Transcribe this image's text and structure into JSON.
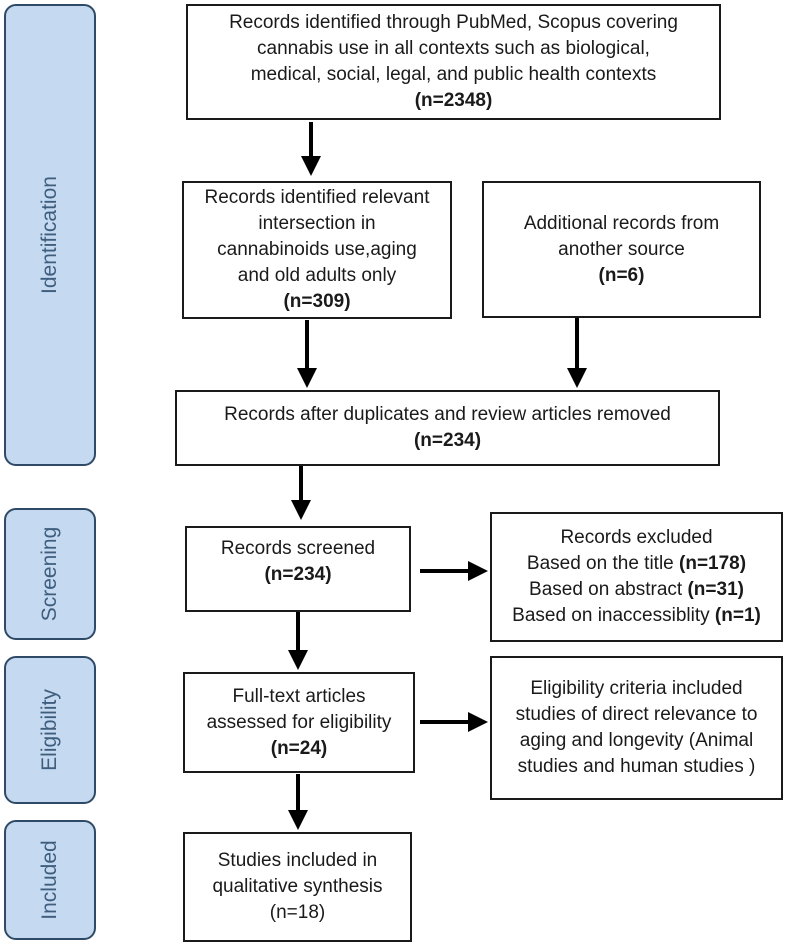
{
  "stages": {
    "identification": "Identification",
    "screening": "Screening",
    "eligibility": "Eligibility",
    "included": "Included"
  },
  "boxes": {
    "pubmed": {
      "lines": [
        "Records identified through PubMed, Scopus covering",
        "cannabis use in all contexts such as biological,",
        "medical, social, legal, and public health contexts"
      ],
      "count": "(n=2348)"
    },
    "relevant": {
      "lines": [
        "Records identified relevant",
        "intersection in",
        "cannabinoids use,aging",
        "and old adults only"
      ],
      "count": "(n=309)"
    },
    "additional": {
      "lines": [
        "Additional records from",
        "another source"
      ],
      "count": "(n=6)"
    },
    "duplicates": {
      "lines": [
        "Records after duplicates and review articles removed"
      ],
      "count": "(n=234)"
    },
    "screened": {
      "lines": [
        "Records screened"
      ],
      "count": "(n=234)"
    },
    "excluded": {
      "title": "Records excluded",
      "reasons": [
        {
          "text": "Based on the title ",
          "count": "(n=178)"
        },
        {
          "text": "Based on abstract ",
          "count": "(n=31)"
        },
        {
          "text": "Based on inaccessiblity ",
          "count": "(n=1)"
        }
      ]
    },
    "fulltext": {
      "lines": [
        "Full-text articles",
        "assessed for eligibility"
      ],
      "count": "(n=24)"
    },
    "criteria": {
      "lines": [
        "Eligibility criteria included",
        "studies of direct relevance to",
        "aging and longevity (Animal",
        "studies and human studies )"
      ]
    },
    "included": {
      "lines": [
        "Studies included in",
        "qualitative synthesis"
      ],
      "count": "(n=18)"
    }
  }
}
